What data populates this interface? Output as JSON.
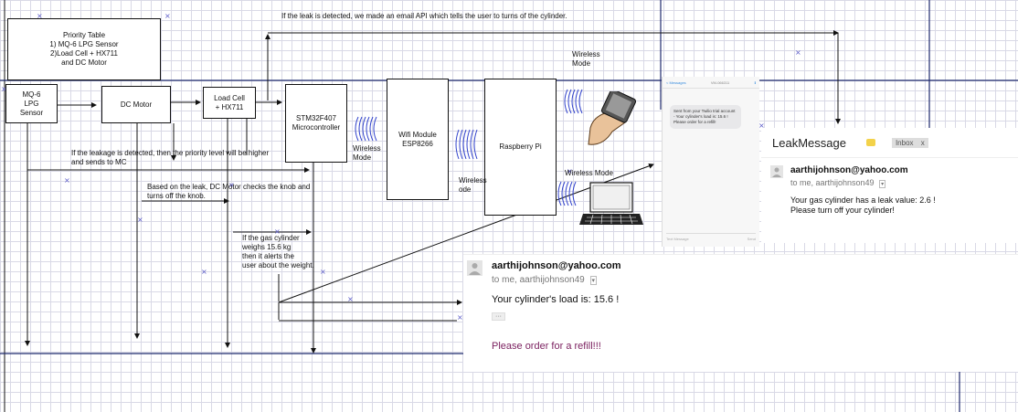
{
  "diagram": {
    "top_note": "If the leak is detected, we made an email API which tells the user to turns of the cylinder.",
    "priority_table": "Priority Table\n1) MQ-6 LPG Sensor\n2)Load Cell + HX711\nand DC Motor",
    "blocks": {
      "mq6": "MQ-6\nLPG\nSensor",
      "dc_motor": "DC Motor",
      "load_cell": "Load Cell\n+ HX711",
      "stm32": "STM32F407\nMicrocontroller",
      "wifi": "Wifi Module\nESP8266",
      "rpi": "Raspberry Pi"
    },
    "notes": {
      "leakage_priority": "If the leakage is detected, then the priority level will be higher\nand sends to MC",
      "dc_motor_knob": "Based on the leak, DC Motor checks the knob and\nturns off the knob.",
      "gas_weight": "If the gas cylinder\nweighs 15.6 kg\nthen it alerts the\nuser about the weight.",
      "wireless_1": "Wireless\nMode",
      "wireless_2": "Wireless\node",
      "wireless_3": "Wireless\nMode",
      "wireless_4": "Wireless Mode"
    },
    "colors": {
      "wire": "#111111",
      "bus": "#1f2a6e",
      "wave": "#3344cc"
    }
  },
  "sms": {
    "header_back": "< Messages",
    "header_name": "VM-066311",
    "header_right": "ℹ",
    "message": "Sent from your Twilio trial account - Your cylinder's load is: 15.6 ! Please order for a refill!",
    "input_placeholder": "Text Message",
    "send_label": "Send"
  },
  "email_leak": {
    "subject": "LeakMessage",
    "tag": "Inbox",
    "tag_close": "x",
    "from": "aarthijohnson@yahoo.com",
    "to": "to me, aarthijohnson49",
    "body_line1": "Your gas cylinder has a leak value: 2.6 !",
    "body_line2": "Please turn off your cylinder!"
  },
  "email_load": {
    "from": "aarthijohnson@yahoo.com",
    "to": "to me, aarthijohnson49",
    "body": "Your cylinder's load is: 15.6 !",
    "more": "···",
    "refill": "Please order for a refill!!!",
    "refill_color": "#7a1f5e"
  }
}
